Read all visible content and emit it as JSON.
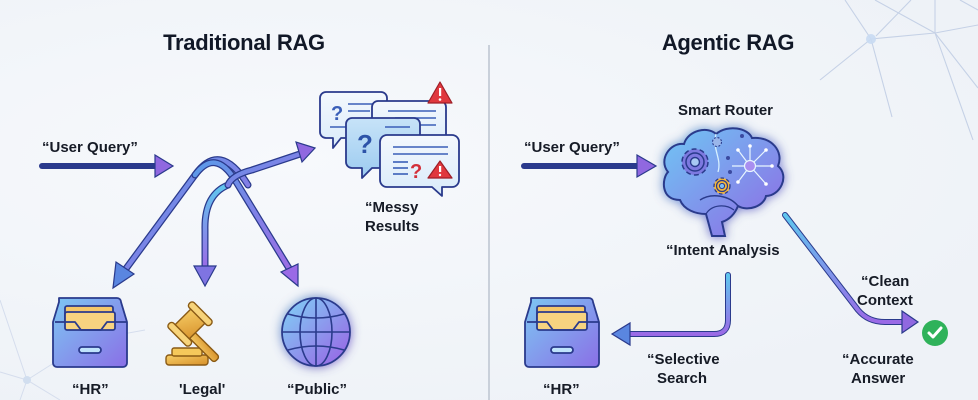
{
  "left_panel": {
    "title": "Traditional RAG",
    "query_label": "“User Query”",
    "messy_results_label_line1": "“Messy",
    "messy_results_label_line2": "Results",
    "sources": [
      {
        "label": "“HR”",
        "icon": "file-drawer-icon"
      },
      {
        "label": "'Legal'",
        "icon": "gavel-icon"
      },
      {
        "label": "“Public”",
        "icon": "globe-icon"
      }
    ],
    "results_icon": "confused-chat-bubbles-icon"
  },
  "right_panel": {
    "title": "Agentic RAG",
    "router_label": "Smart Router",
    "query_label": "“User Query”",
    "intent_label": "“Intent Analysis",
    "selective_label_line1": "“Selective",
    "selective_label_line2": "Search",
    "clean_label_line1": "“Clean",
    "clean_label_line2": "Context",
    "accurate_label_line1": "“Accurate",
    "accurate_label_line2": "Answer",
    "hr_label": "“HR”",
    "router_icon": "brain-icon",
    "answer_icon": "check-circle-icon"
  },
  "colors": {
    "arrow_start": "#5fc6ee",
    "arrow_mid": "#5a86e0",
    "arrow_end": "#9a6ae6",
    "outline": "#2a3a8c",
    "folder": "#f4c76a",
    "warning": "#e0383e",
    "check": "#2fb25a",
    "network": "#c5d1e6"
  }
}
